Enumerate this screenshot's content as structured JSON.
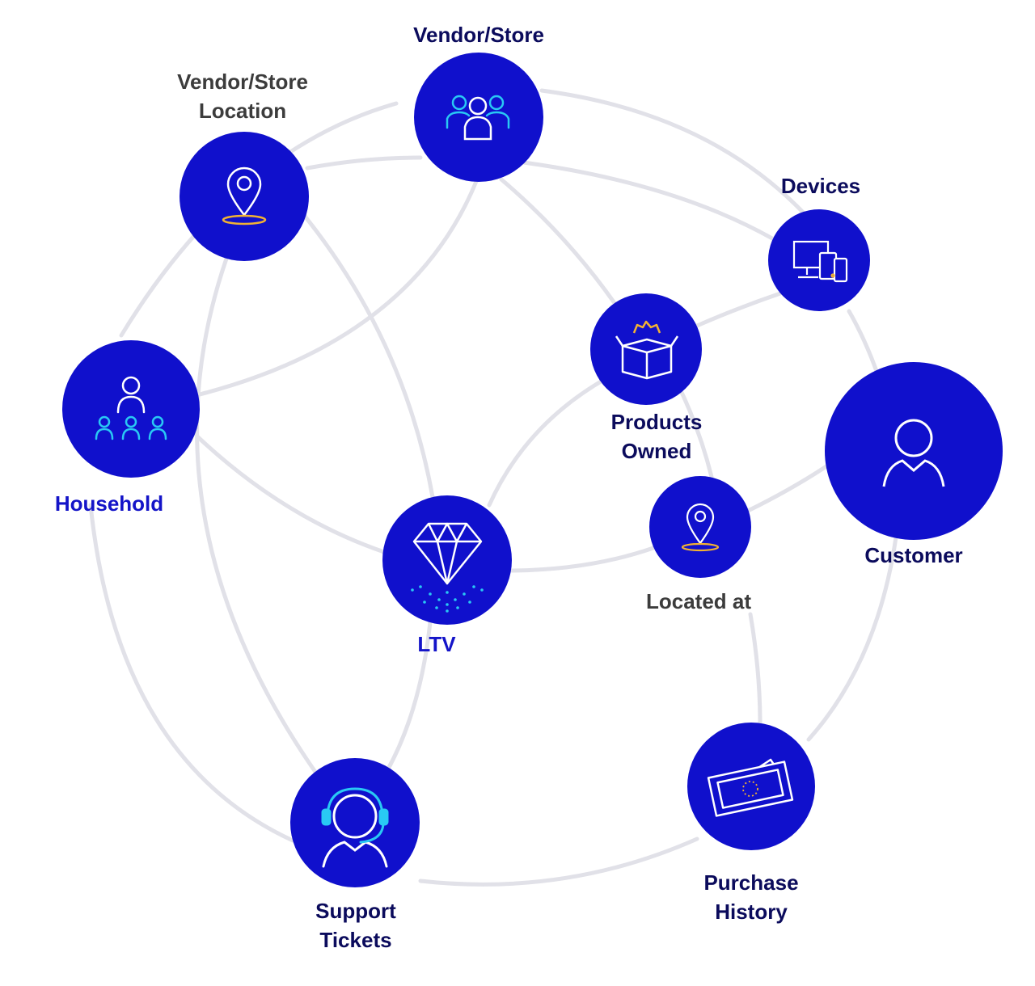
{
  "colors": {
    "node_fill": "#1010cc",
    "edge": "#e1e1e8",
    "icon_white": "#ffffff",
    "icon_cyan": "#29c9f4",
    "icon_gold": "#f2b233",
    "label_dark": "#0b0b5c",
    "label_gray": "#3c3c3c",
    "label_blue": "#1414c8"
  },
  "nodes": {
    "vendor_store": {
      "label_lines": [
        "Vendor/Store"
      ],
      "icon": "people-group-icon"
    },
    "vendor_store_location": {
      "label_lines": [
        "Vendor/Store",
        "Location"
      ],
      "icon": "location-pin-icon"
    },
    "devices": {
      "label_lines": [
        "Devices"
      ],
      "icon": "devices-icon"
    },
    "products_owned": {
      "label_lines": [
        "Products",
        "Owned"
      ],
      "icon": "open-box-icon"
    },
    "household": {
      "label_lines": [
        "Household"
      ],
      "icon": "household-hierarchy-icon"
    },
    "customer": {
      "label_lines": [
        "Customer"
      ],
      "icon": "person-icon"
    },
    "located_at": {
      "label_lines": [
        "Located at"
      ],
      "icon": "location-pin-icon"
    },
    "ltv": {
      "label_lines": [
        "LTV"
      ],
      "icon": "diamond-icon"
    },
    "purchase_history": {
      "label_lines": [
        "Purchase",
        "History"
      ],
      "icon": "cash-icon"
    },
    "support_tickets": {
      "label_lines": [
        "Support",
        "Tickets"
      ],
      "icon": "headset-agent-icon"
    }
  }
}
